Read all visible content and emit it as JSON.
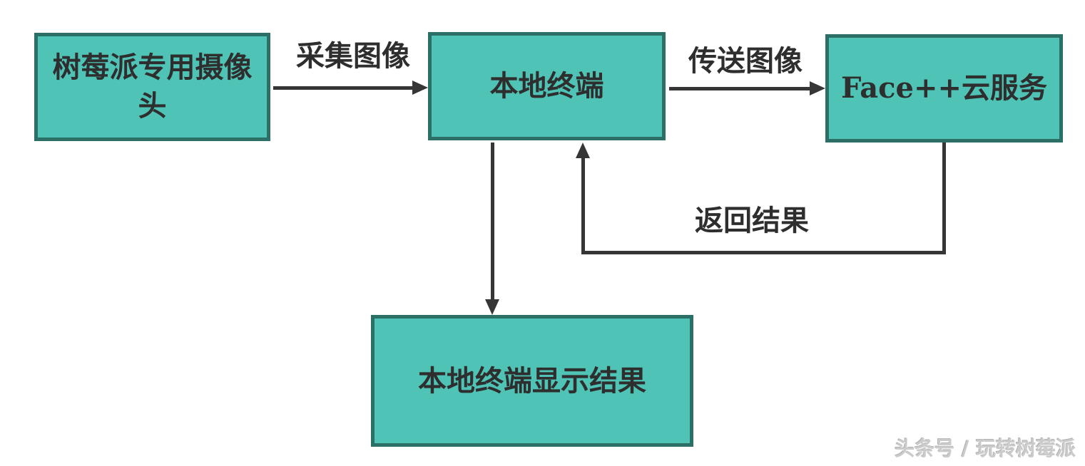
{
  "diagram": {
    "type": "flowchart",
    "nodes": [
      {
        "id": "camera",
        "label": "树莓派专用摄像头"
      },
      {
        "id": "local-terminal",
        "label": "本地终端"
      },
      {
        "id": "face-cloud",
        "label": "Face++云服务"
      },
      {
        "id": "result-display",
        "label": "本地终端显示结果"
      }
    ],
    "edges": [
      {
        "from": "camera",
        "to": "local-terminal",
        "label": "采集图像"
      },
      {
        "from": "local-terminal",
        "to": "face-cloud",
        "label": "传送图像"
      },
      {
        "from": "face-cloud",
        "to": "local-terminal",
        "label": "返回结果"
      },
      {
        "from": "local-terminal",
        "to": "result-display",
        "label": ""
      }
    ],
    "colors": {
      "node_fill": "#4FC4B6",
      "node_border": "#2B6F66",
      "line": "#363636",
      "text": "#2e2e2e",
      "watermark": "#cbcbcb"
    }
  },
  "watermark": {
    "text": "头条号 / 玩转树莓派"
  }
}
